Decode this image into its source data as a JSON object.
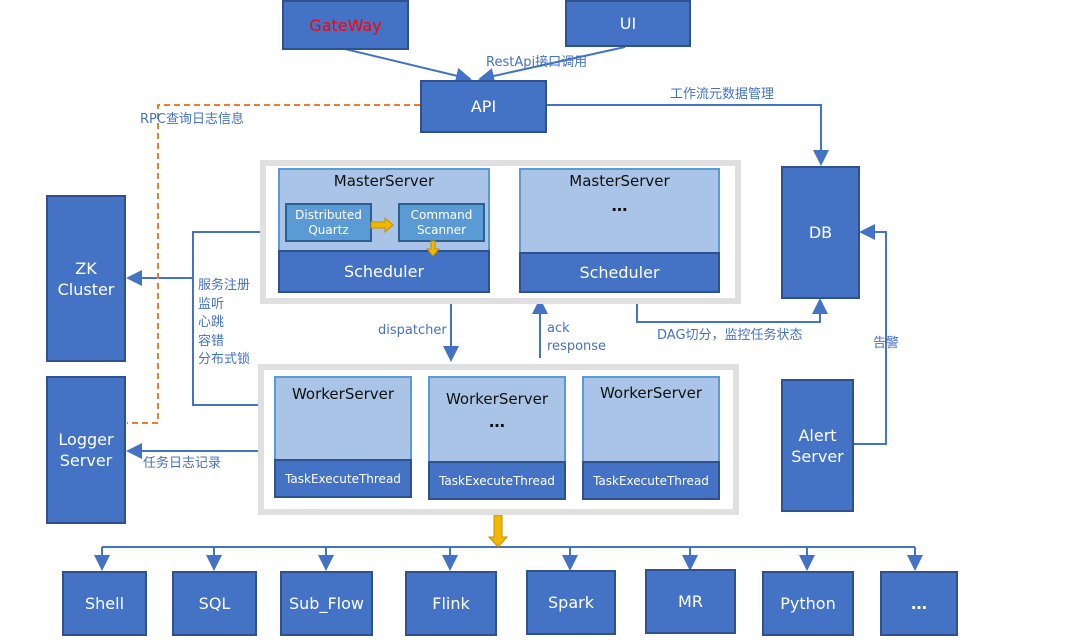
{
  "top": {
    "gateway": "GateWay",
    "ui": "UI",
    "api": "API",
    "restapi_label": "RestApi接口调用",
    "metadata_label": "工作流元数据管理",
    "rpc_label": "RPC查询日志信息"
  },
  "db": "DB",
  "zk": "ZK Cluster",
  "logger": "Logger Server",
  "alert": "Alert Server",
  "zk_labels": [
    "服务注册",
    "监听",
    "心跳",
    "容错",
    "分布式锁"
  ],
  "task_log_label": "任务日志记录",
  "dag_label": "DAG切分，监控任务状态",
  "alarm_label": "告警",
  "dispatcher_label": "dispatcher",
  "ack_label": [
    "ack",
    "response"
  ],
  "masters": [
    {
      "title": "MasterServer",
      "quartz": "Distributed Quartz",
      "scanner": "Command Scanner",
      "scheduler": "Scheduler"
    },
    {
      "title": "MasterServer",
      "dots": "…",
      "scheduler": "Scheduler"
    }
  ],
  "workers": [
    {
      "title": "WorkerServer",
      "thread": "TaskExecuteThread"
    },
    {
      "title": "WorkerServer",
      "dots": "…",
      "thread": "TaskExecuteThread"
    },
    {
      "title": "WorkerServer",
      "thread": "TaskExecuteThread"
    }
  ],
  "tasks": [
    "Shell",
    "SQL",
    "Sub_Flow",
    "Flink",
    "Spark",
    "MR",
    "Python",
    "…"
  ],
  "colors": {
    "box": "#4472C4",
    "light": "#A9C4E6",
    "inner": "#5B9BD5",
    "arrow": "#E6A817",
    "rpc": "#ED7D31",
    "gateway_text": "#FF0000"
  }
}
